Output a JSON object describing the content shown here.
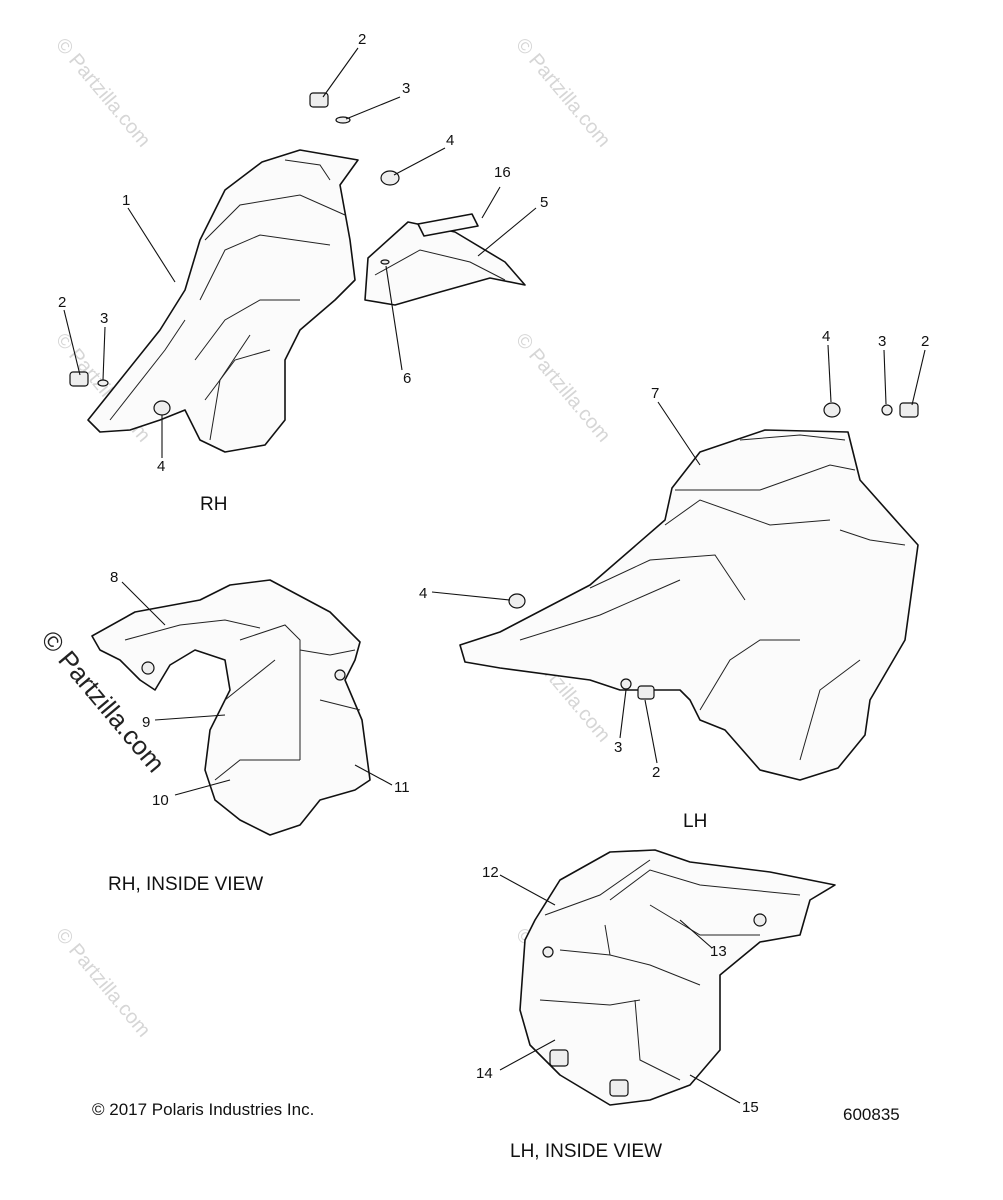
{
  "watermark": "© Partzilla.com",
  "side_watermark": "© Partzilla.com",
  "views": {
    "rh": "RH",
    "lh": "LH",
    "rh_inside": "RH, INSIDE VIEW",
    "lh_inside": "LH, INSIDE VIEW"
  },
  "copyright": "© 2017 Polaris Industries Inc.",
  "diagram_number": "600835",
  "callouts": {
    "rh_1": "1",
    "rh_2a": "2",
    "rh_3a": "3",
    "rh_4a": "4",
    "rh_16": "16",
    "rh_5": "5",
    "rh_2b": "2",
    "rh_3b": "3",
    "rh_6": "6",
    "rh_4b": "4",
    "lh_4a": "4",
    "lh_3a": "3",
    "lh_2a": "2",
    "lh_7": "7",
    "lh_4b": "4",
    "lh_3b": "3",
    "lh_2b": "2",
    "rhi_8": "8",
    "rhi_9": "9",
    "rhi_10": "10",
    "rhi_11": "11",
    "lhi_12": "12",
    "lhi_13": "13",
    "lhi_14": "14",
    "lhi_15": "15"
  }
}
